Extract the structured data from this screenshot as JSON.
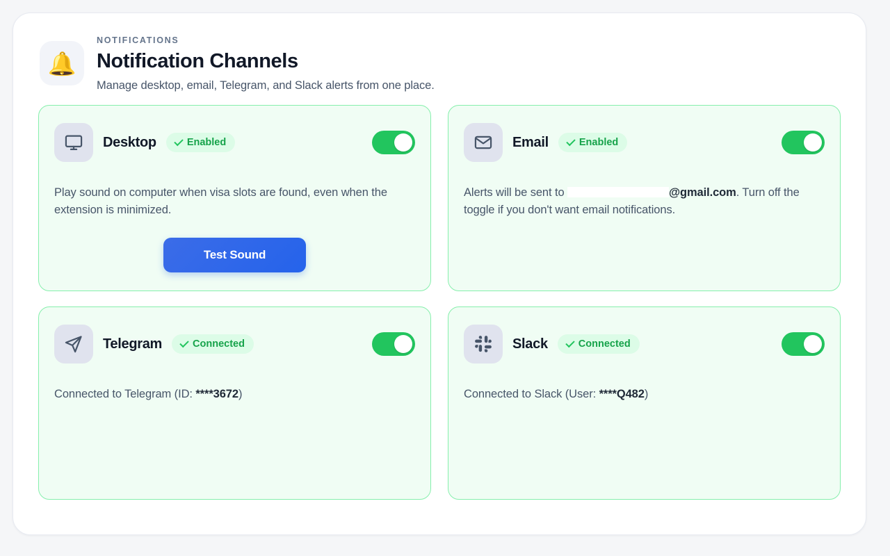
{
  "header": {
    "eyebrow": "NOTIFICATIONS",
    "title": "Notification Channels",
    "subtitle": "Manage desktop, email, Telegram, and Slack alerts from one place.",
    "bell_emoji": "🔔"
  },
  "colors": {
    "page_bg": "#f5f6f8",
    "panel_bg": "#ffffff",
    "card_bg": "#f0fdf4",
    "card_border": "#86efac",
    "badge_bg": "#dcfce7",
    "badge_text": "#16a34a",
    "toggle_on": "#22c55e",
    "button_blue": "#2563eb",
    "icon_tile": "#e0e3ee"
  },
  "cards": [
    {
      "id": "desktop",
      "name": "Desktop",
      "icon": "monitor-icon",
      "status_label": "Enabled",
      "toggle_on": true,
      "description": "Play sound on computer when visa slots are found, even when the extension is minimized.",
      "button_label": "Test Sound"
    },
    {
      "id": "email",
      "name": "Email",
      "icon": "envelope-icon",
      "status_label": "Enabled",
      "toggle_on": true,
      "description_prefix": "Alerts will be sent to ",
      "description_redacted": true,
      "description_domain": "@gmail.com",
      "description_suffix": ". Turn off the toggle if you don't want email notifications."
    },
    {
      "id": "telegram",
      "name": "Telegram",
      "icon": "send-icon",
      "status_label": "Connected",
      "toggle_on": true,
      "description_prefix": "Connected to Telegram (ID: ",
      "description_value": "****3672",
      "description_suffix": ")"
    },
    {
      "id": "slack",
      "name": "Slack",
      "icon": "slack-icon",
      "status_label": "Connected",
      "toggle_on": true,
      "description_prefix": "Connected to Slack (User: ",
      "description_value": "****Q482",
      "description_suffix": ")"
    }
  ]
}
